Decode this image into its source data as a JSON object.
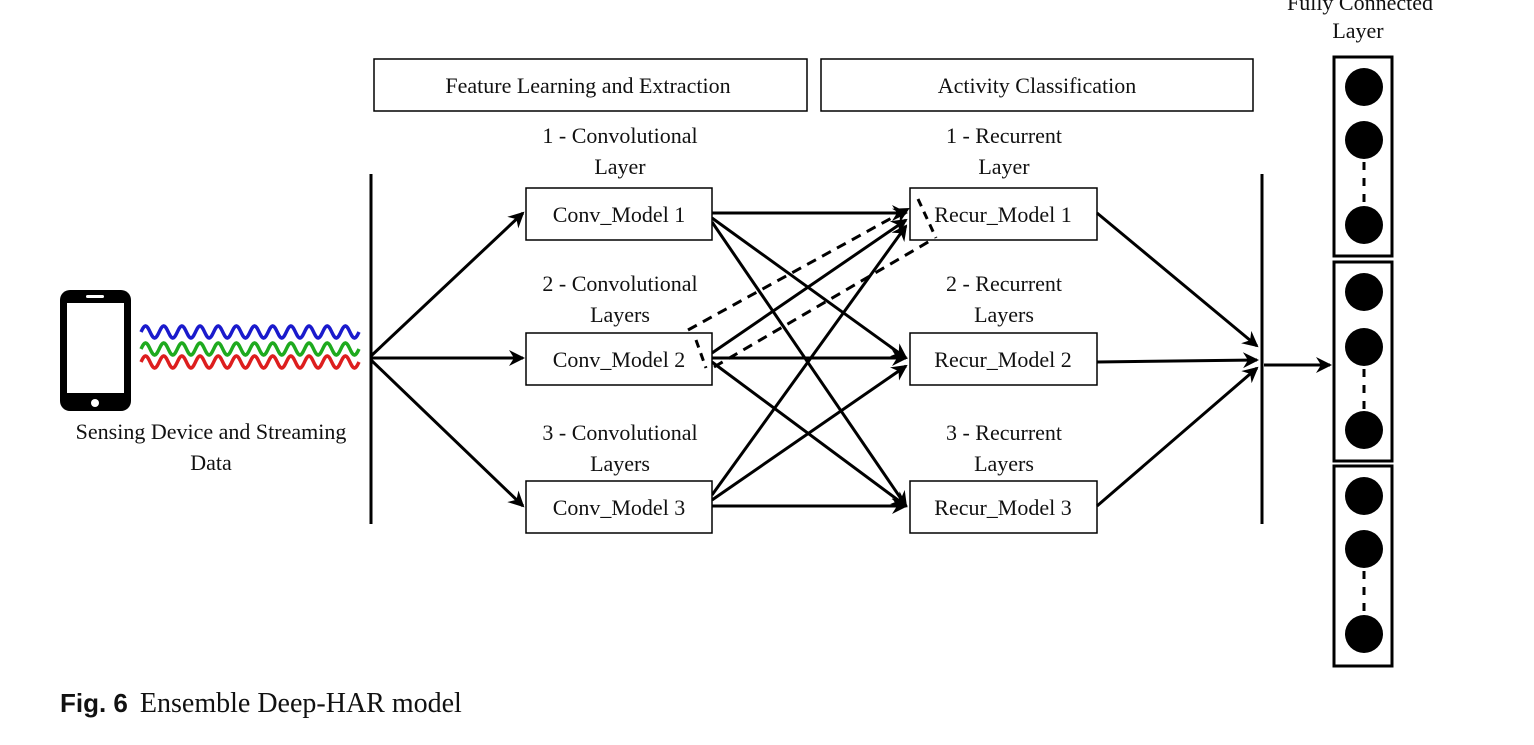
{
  "header_boxes": {
    "feature": "Feature Learning and Extraction",
    "activity": "Activity Classification"
  },
  "fc_title": [
    "Fully Connected",
    "Layer"
  ],
  "device_label": [
    "Sensing Device and Streaming",
    "Data"
  ],
  "conv": [
    {
      "title": [
        "1 - Convolutional",
        "Layer"
      ],
      "label": "Conv_Model 1"
    },
    {
      "title": [
        "2 - Convolutional",
        "Layers"
      ],
      "label": "Conv_Model 2"
    },
    {
      "title": [
        "3 - Convolutional",
        "Layers"
      ],
      "label": "Conv_Model 3"
    }
  ],
  "recur": [
    {
      "title": [
        "1 - Recurrent",
        "Layer"
      ],
      "label": "Recur_Model 1"
    },
    {
      "title": [
        "2 - Recurrent",
        "Layers"
      ],
      "label": "Recur_Model 2"
    },
    {
      "title": [
        "3 - Recurrent",
        "Layers"
      ],
      "label": "Recur_Model 3"
    }
  ],
  "signal_colors": [
    "#1a1acc",
    "#1eaa1e",
    "#dd1e1e"
  ],
  "caption": {
    "number": "Fig. 6",
    "text": "Ensemble Deep-HAR model"
  }
}
